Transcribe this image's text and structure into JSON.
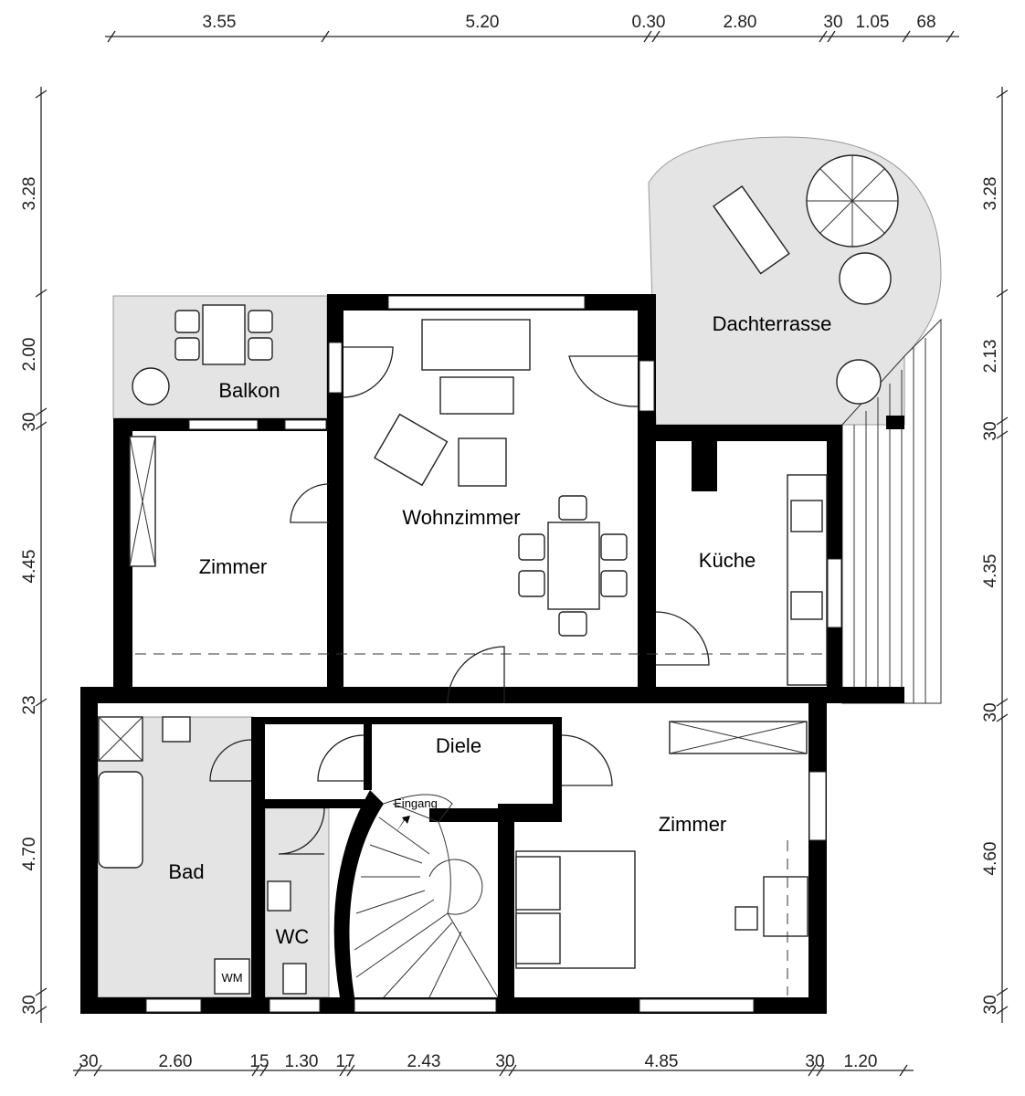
{
  "title": "Floor plan",
  "rooms": {
    "wohnzimmer": "Wohnzimmer",
    "zimmer_left": "Zimmer",
    "balkon": "Balkon",
    "dachterrasse": "Dachterrasse",
    "kueche": "Küche",
    "diele": "Diele",
    "eingang": "Eingang",
    "zimmer_right": "Zimmer",
    "bad": "Bad",
    "wc": "WC",
    "wm": "WM"
  },
  "dimensions": {
    "top": [
      "3.55",
      "5.20",
      "0.30",
      "2.80",
      "30",
      "1.05",
      "68"
    ],
    "bottom": [
      "30",
      "2.60",
      "15",
      "1.30",
      "17",
      "2.43",
      "30",
      "4.85",
      "30",
      "1.20"
    ],
    "left": [
      "3.28",
      "2.00",
      "30",
      "4.45",
      "23",
      "4.70",
      "30"
    ],
    "right": [
      "3.28",
      "2.13",
      "30",
      "4.35",
      "30",
      "4.60",
      "30"
    ]
  }
}
